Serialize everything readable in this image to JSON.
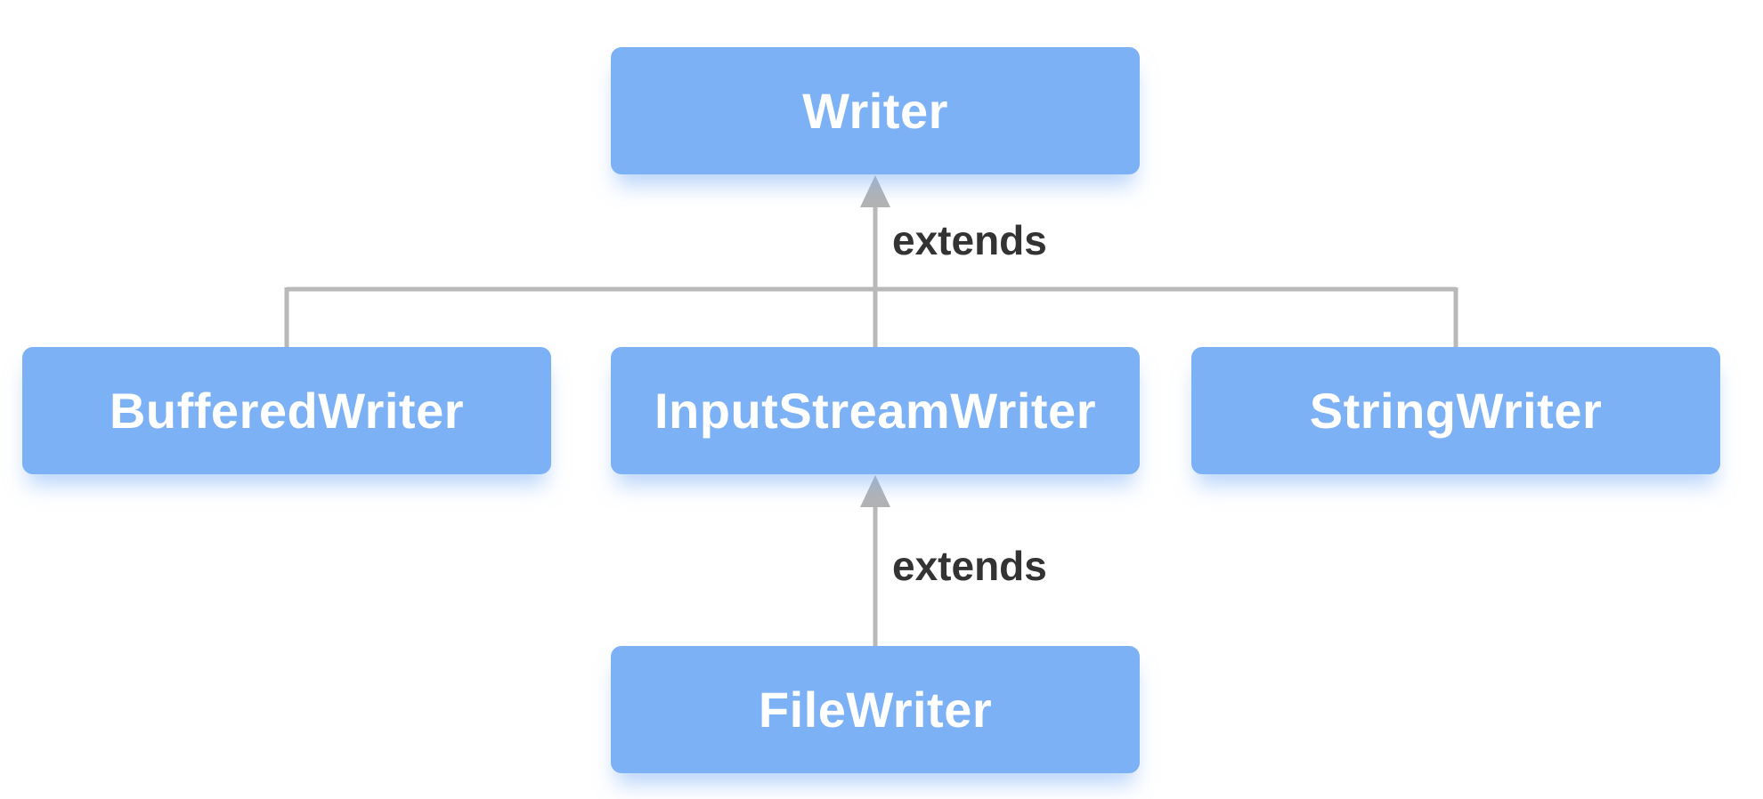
{
  "diagram": {
    "type": "class-hierarchy",
    "nodes": [
      {
        "id": "writer",
        "label": "Writer"
      },
      {
        "id": "buffered-writer",
        "label": "BufferedWriter"
      },
      {
        "id": "input-stream-writer",
        "label": "InputStreamWriter"
      },
      {
        "id": "string-writer",
        "label": "StringWriter"
      },
      {
        "id": "file-writer",
        "label": "FileWriter"
      }
    ],
    "edges": [
      {
        "from": [
          "BufferedWriter",
          "InputStreamWriter",
          "StringWriter"
        ],
        "to": "Writer",
        "label": "extends"
      },
      {
        "from": [
          "FileWriter"
        ],
        "to": "InputStreamWriter",
        "label": "extends"
      }
    ],
    "colors": {
      "background": "#FFFFFF",
      "node_fill": "#7DB1F5",
      "node_text": "#FFFFFF",
      "node_glow": "rgba(125,177,245,0.55)",
      "connector": "#B9B9B9",
      "arrowhead": "#B3B3B3",
      "edge_label_text": "#333333"
    }
  }
}
